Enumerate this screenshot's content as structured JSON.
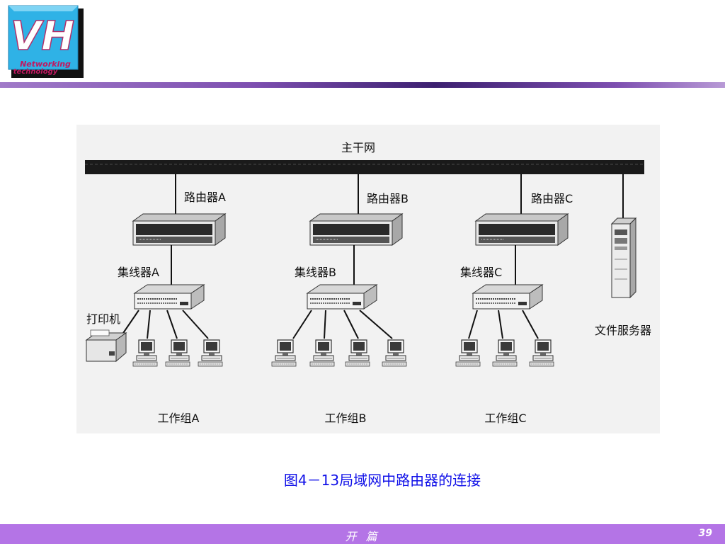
{
  "logo": {
    "letters": "VH",
    "line1": "Networking",
    "line2": "technology"
  },
  "diagram": {
    "backbone": "主干网",
    "routers": [
      "路由器A",
      "路由器B",
      "路由器C"
    ],
    "hubs": [
      "集线器A",
      "集线器B",
      "集线器C"
    ],
    "printer": "打印机",
    "file_server": "文件服务器",
    "workgroups": [
      "工作组A",
      "工作组B",
      "工作组C"
    ]
  },
  "caption": "图4－13局域网中路由器的连接",
  "footer": {
    "title": "开 篇",
    "page": "39"
  },
  "colors": {
    "accent": "#7d4fb0",
    "footer": "#b474e6",
    "caption": "#1010e8"
  }
}
